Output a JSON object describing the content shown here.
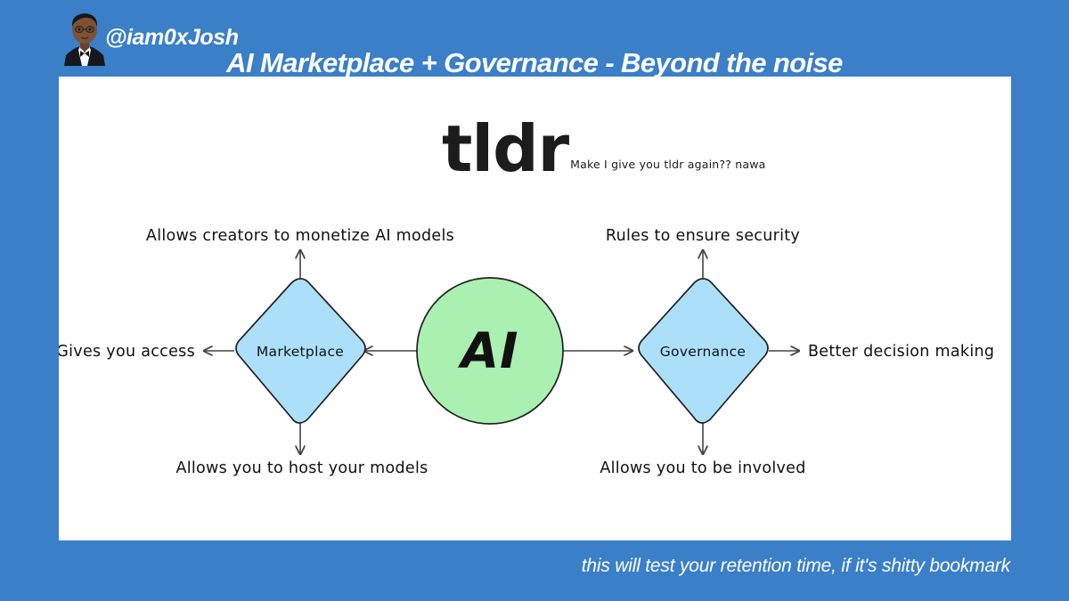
{
  "colors": {
    "background": "#3a7fc8",
    "board": "#ffffff",
    "node_blue": "#ace0fa",
    "node_green": "#aaf0b0",
    "stroke": "#1f1f1f",
    "edge": "#444444",
    "text": "#111111",
    "header_text": "#ffffff"
  },
  "header": {
    "handle": "@iam0xJosh",
    "title": "AI Marketplace  + Governance - Beyond the noise",
    "avatar_icon": "person-avatar-icon"
  },
  "board": {
    "tldr": {
      "word": "tldr",
      "subtitle": "Make I give you tldr again?? nawa"
    },
    "diagram": {
      "center": {
        "id": "ai",
        "label": "AI",
        "shape": "circle",
        "fill": "#aaf0b0"
      },
      "nodes": [
        {
          "id": "marketplace",
          "label": "Marketplace",
          "shape": "diamond",
          "fill": "#ace0fa",
          "edge_from_center": "left",
          "leaves": [
            {
              "id": "marketplace-up",
              "label": "Allows creators to monetize AI models",
              "direction": "up"
            },
            {
              "id": "marketplace-left",
              "label": "Gives you access",
              "direction": "left"
            },
            {
              "id": "marketplace-down",
              "label": "Allows you to host your models",
              "direction": "down"
            }
          ]
        },
        {
          "id": "governance",
          "label": "Governance",
          "shape": "diamond",
          "fill": "#ace0fa",
          "edge_from_center": "right",
          "leaves": [
            {
              "id": "governance-up",
              "label": "Rules to ensure security",
              "direction": "up"
            },
            {
              "id": "governance-right",
              "label": "Better decision making",
              "direction": "right"
            },
            {
              "id": "governance-down",
              "label": "Allows you to be involved",
              "direction": "down"
            }
          ]
        }
      ]
    }
  },
  "footer": {
    "caption": "this will test your retention time, if it's shitty bookmark"
  }
}
